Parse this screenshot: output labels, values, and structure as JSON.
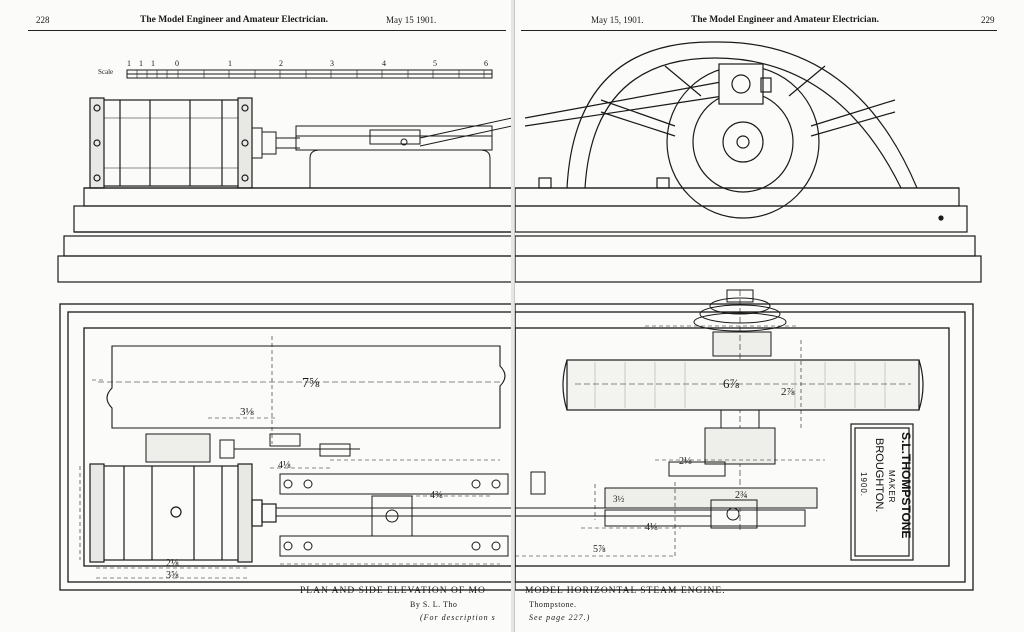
{
  "left_page": {
    "page_number": "228",
    "running_title": "The Model Engineer and Amateur Electrician.",
    "date": "May 15 1901."
  },
  "right_page": {
    "page_number": "229",
    "running_title": "The Model Engineer and Amateur Electrician.",
    "date": "May 15, 1901."
  },
  "scale": {
    "label": "Scale",
    "numbers": [
      "1",
      "1",
      "1",
      "0",
      "1",
      "2",
      "3",
      "4",
      "5",
      "6"
    ]
  },
  "caption": {
    "left_title": "PLAN AND SIDE ELEVATION OF MO",
    "right_title": "MODEL HORIZONTAL STEAM ENGINE.",
    "left_author": "By S. L. Tho",
    "right_author": "Thompstone.",
    "left_note": "(For description s",
    "right_note": "See page 227.)"
  },
  "nameplate": {
    "maker_name": "S.L.THOMPSTONE",
    "maker": "MAKER",
    "town": "BROUGHTON.",
    "year": "1900."
  },
  "dimensions": {
    "d1": "7⅝",
    "d2": "3⅛",
    "d3": "4⅛",
    "d4": "4⅜",
    "d5": "2⅛",
    "d6": "3⅝",
    "d7": "6⅞",
    "d8": "2⅞",
    "d9": "4⅛",
    "d10": "5⅞",
    "d11": "2¾",
    "d12": "2⅛",
    "d13": "3½"
  }
}
